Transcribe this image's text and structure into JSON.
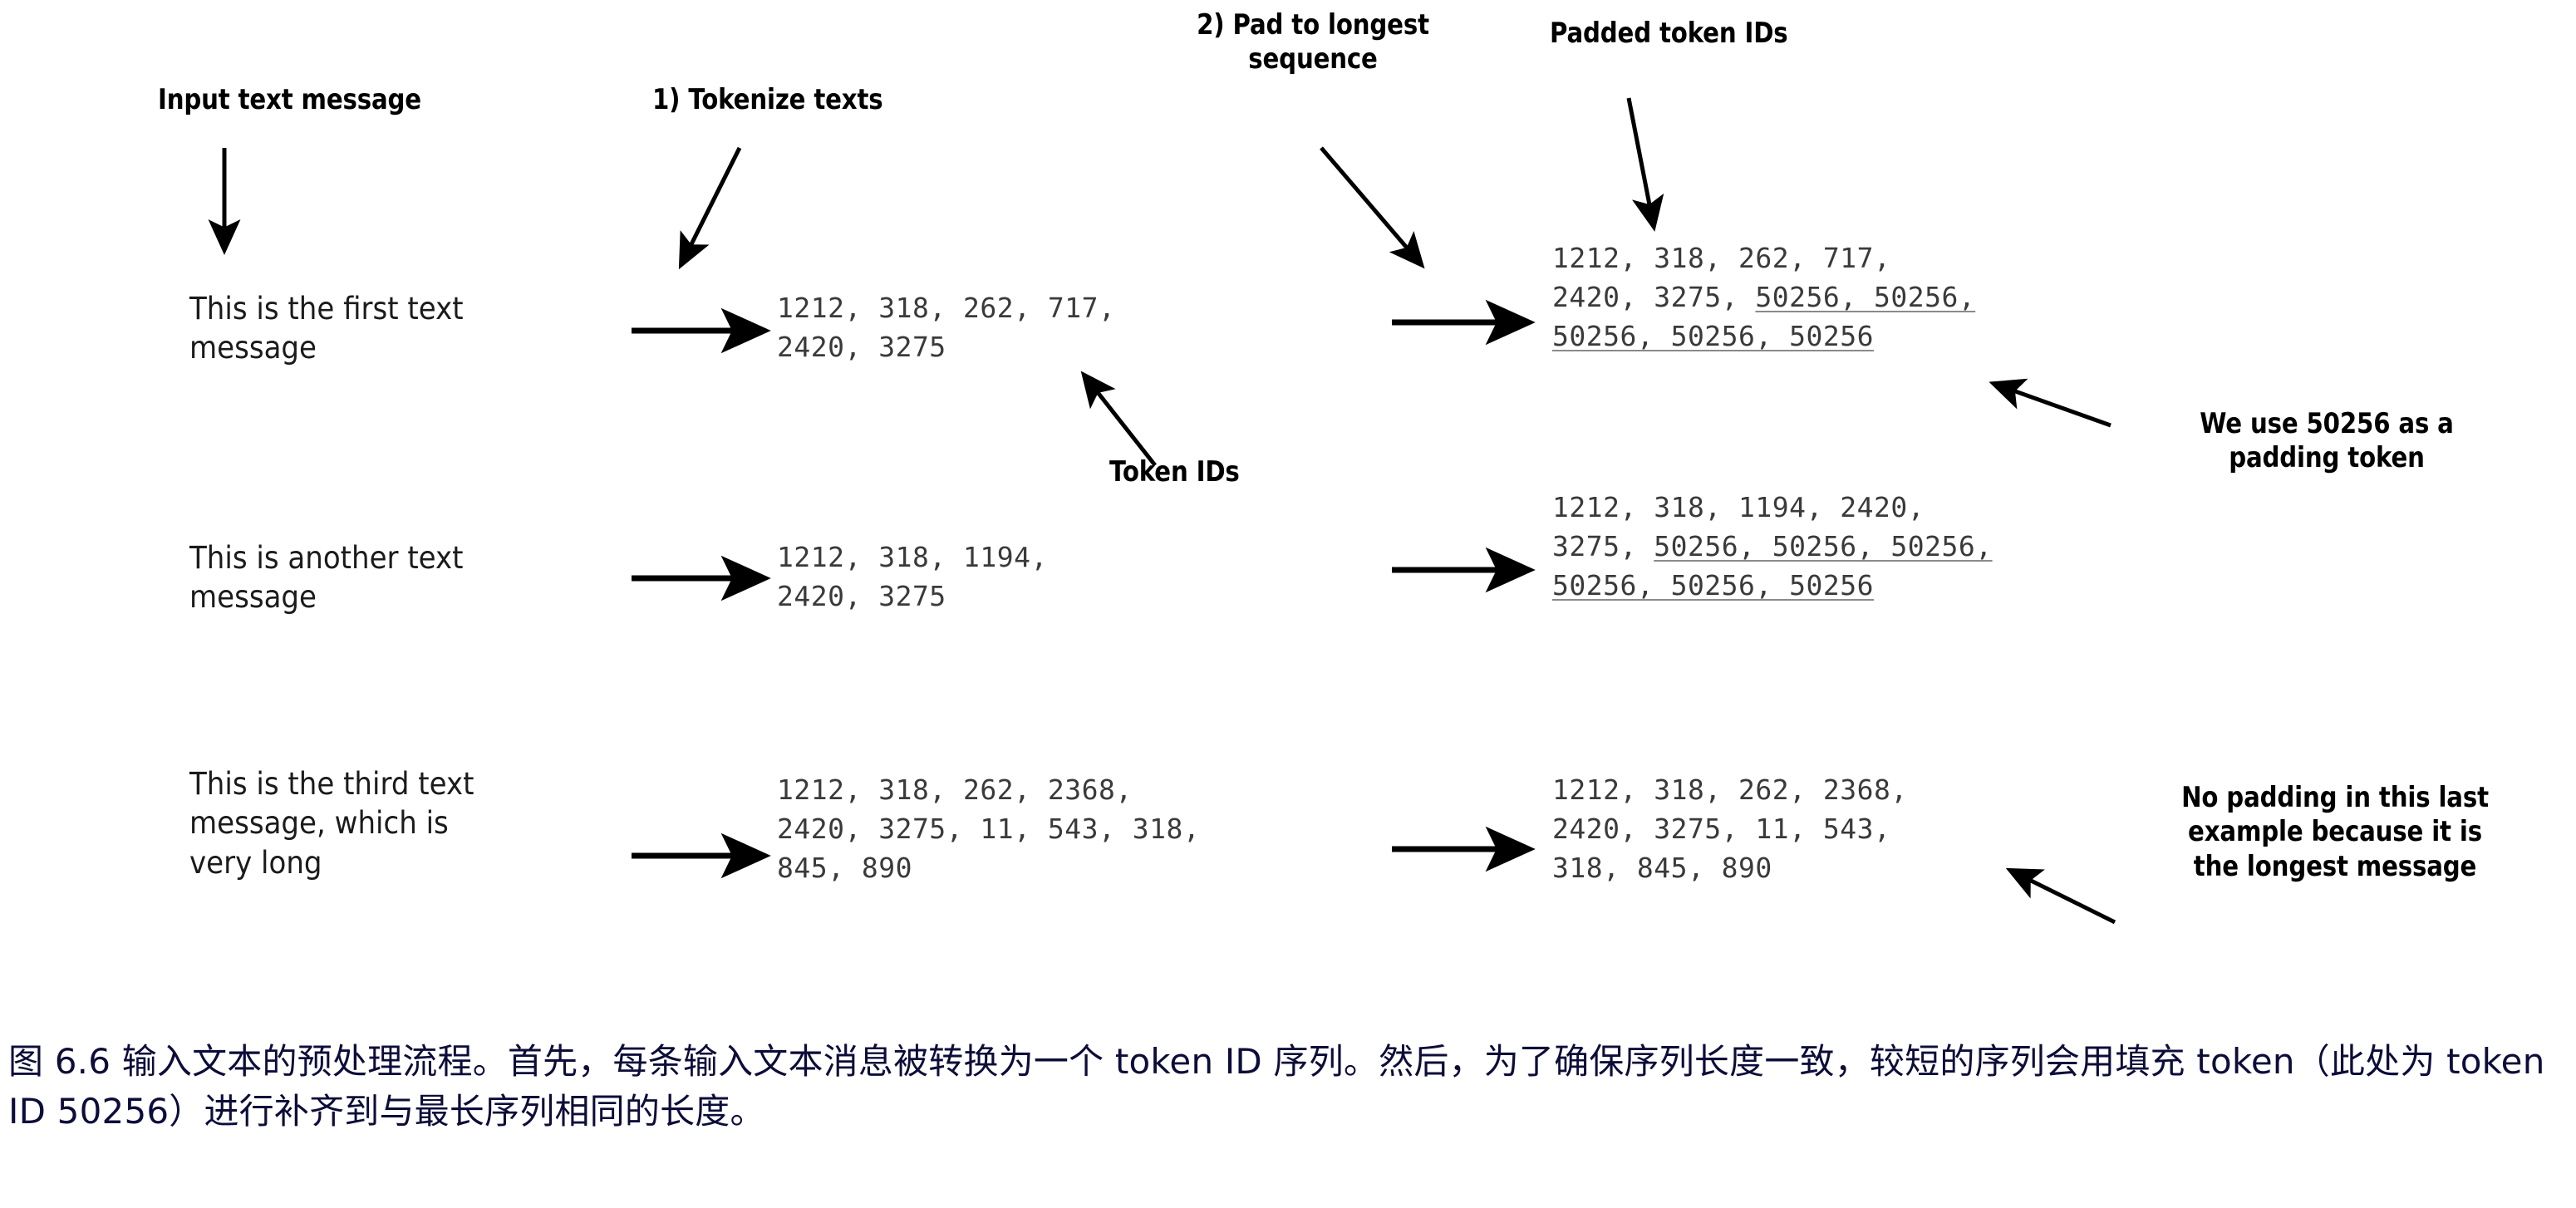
{
  "figure": {
    "annotations": {
      "input_text_message": "Input text message",
      "tokenize_step": "1) Tokenize texts",
      "pad_step": "2) Pad to longest\nsequence",
      "padded_token_ids": "Padded token IDs",
      "token_ids": "Token IDs",
      "padding_token_note": "We use 50256 as a\npadding token",
      "no_padding_note": "No padding in this last\nexample because it is\nthe longest message"
    },
    "rows": [
      {
        "message": "This is the first text\nmessage",
        "token_ids_lines": [
          [
            {
              "t": "1212, 318, 262, 717,",
              "pad": false
            }
          ],
          [
            {
              "t": "2420, 3275",
              "pad": false
            }
          ]
        ],
        "padded_lines": [
          [
            {
              "t": "1212, 318, 262, 717,",
              "pad": false
            }
          ],
          [
            {
              "t": "2420, 3275, ",
              "pad": false
            },
            {
              "t": "50256, 50256,",
              "pad": true
            }
          ],
          [
            {
              "t": "50256, 50256, 50256",
              "pad": true
            }
          ]
        ]
      },
      {
        "message": "This is another text\nmessage",
        "token_ids_lines": [
          [
            {
              "t": "1212, 318, 1194,",
              "pad": false
            }
          ],
          [
            {
              "t": "2420, 3275",
              "pad": false
            }
          ]
        ],
        "padded_lines": [
          [
            {
              "t": "1212, 318, 1194, 2420,",
              "pad": false
            }
          ],
          [
            {
              "t": "3275, ",
              "pad": false
            },
            {
              "t": "50256, 50256, 50256,",
              "pad": true
            }
          ],
          [
            {
              "t": "50256, 50256, 50256",
              "pad": true
            }
          ]
        ]
      },
      {
        "message": "This is the third text\nmessage, which is\nvery long",
        "token_ids_lines": [
          [
            {
              "t": "1212, 318, 262, 2368,",
              "pad": false
            }
          ],
          [
            {
              "t": "2420, 3275, 11, 543, 318,",
              "pad": false
            }
          ],
          [
            {
              "t": "845, 890",
              "pad": false
            }
          ]
        ],
        "padded_lines": [
          [
            {
              "t": "1212, 318, 262, 2368,",
              "pad": false
            }
          ],
          [
            {
              "t": "2420, 3275, 11, 543,",
              "pad": false
            }
          ],
          [
            {
              "t": "318, 845, 890",
              "pad": false
            }
          ]
        ]
      }
    ]
  },
  "caption": {
    "text": "图 6.6 输入文本的预处理流程。首先，每条输入文本消息被转换为一个 token ID 序列。然后，为了确保序列长度一致，较短的序列会用填充 token（此处为 token ID 50256）进行补齐到与最长序列相同的长度。"
  },
  "colors": {
    "background": "#ffffff",
    "ink": "#000000",
    "token_text": "#3a3a3a",
    "underline": "#8a8a8a",
    "caption": "#0d0d3a"
  }
}
